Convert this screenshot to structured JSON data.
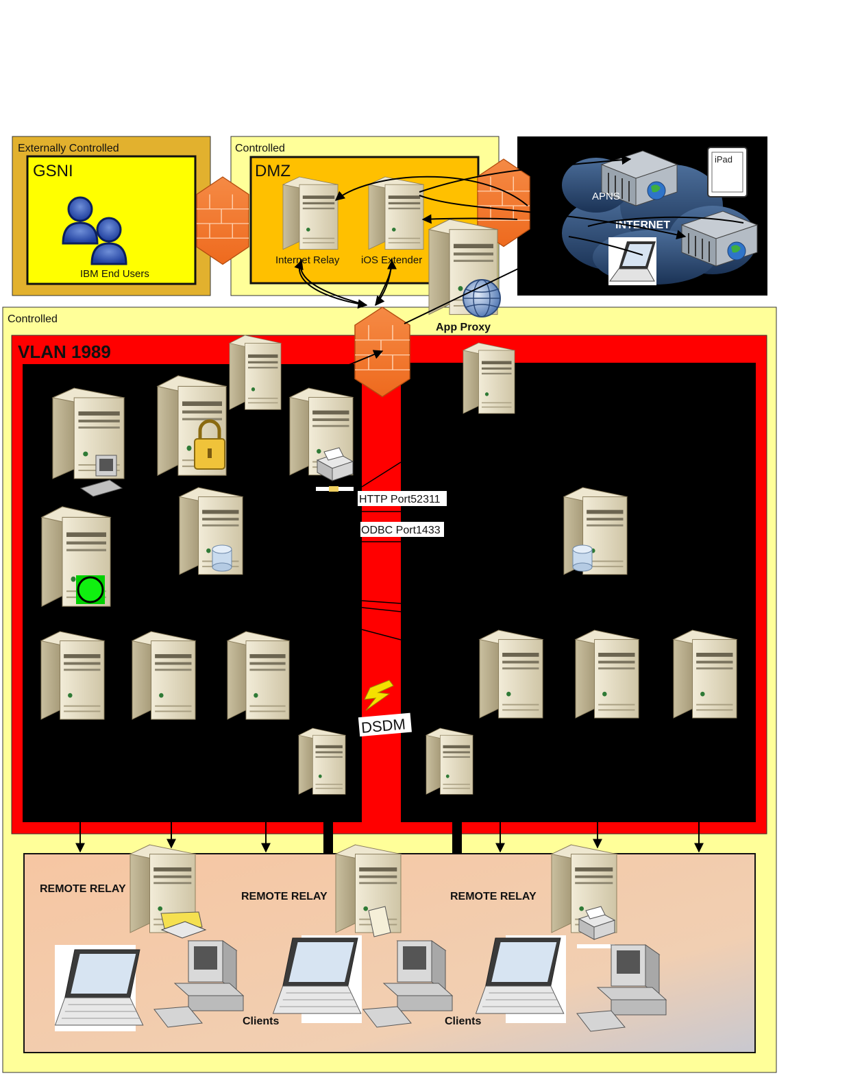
{
  "zones": {
    "external": {
      "label": "Externally Controlled",
      "inner_title": "GSNI",
      "users_label": "IBM End Users"
    },
    "dmz": {
      "label": "Controlled",
      "inner_title": "DMZ",
      "internet_relay_label": "Internet Relay",
      "ios_extender_label": "iOS Extender"
    },
    "internet": {
      "apns_label": "APNS",
      "internet_label": "INTERNET",
      "ipad_label": "iPad"
    },
    "controlled": {
      "label": "Controlled",
      "app_proxy_label": "App Proxy"
    },
    "vlan": {
      "label": "VLAN 1989"
    },
    "remote": {
      "relay_label": "REMOTE RELAY",
      "clients_label": "Clients"
    }
  },
  "ports": {
    "http": "HTTP Port52311",
    "odbc": "ODBC Port1433",
    "dsdm": "DSDM"
  },
  "colors": {
    "external_outer": "#e2b12e",
    "external_inner": "#ffff00",
    "dmz_outer": "#ffff99",
    "dmz_inner": "#ffc000",
    "controlled": "#ffff99",
    "vlan": "#ff0000",
    "panel": "#000000",
    "remote_area": "#f4c7a4",
    "firewall": "#f07830",
    "server_body": "#dcd3b8"
  }
}
